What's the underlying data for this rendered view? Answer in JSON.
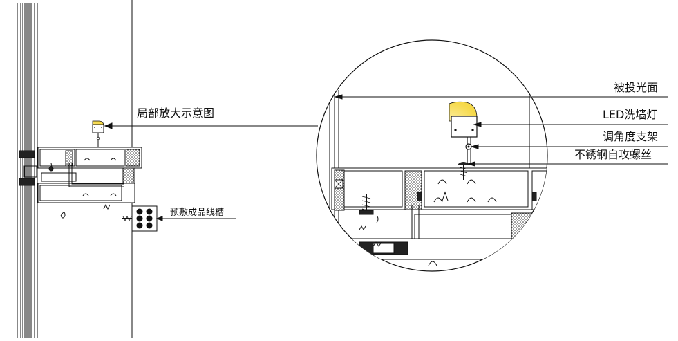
{
  "labels": {
    "detail_view": "局部放大示意图",
    "prewired_trough": "预敷成品线槽",
    "lit_surface": "被投光面",
    "led_wall_washer": "LED洗墙灯",
    "adjustable_bracket": "调角度支架",
    "stainless_screw": "不锈钢自攻螺丝"
  },
  "colors": {
    "line": "#111111",
    "lamp_glow": "#f6d94a",
    "lamp_glow_light": "#fbeea0",
    "hatch": "#555555"
  }
}
